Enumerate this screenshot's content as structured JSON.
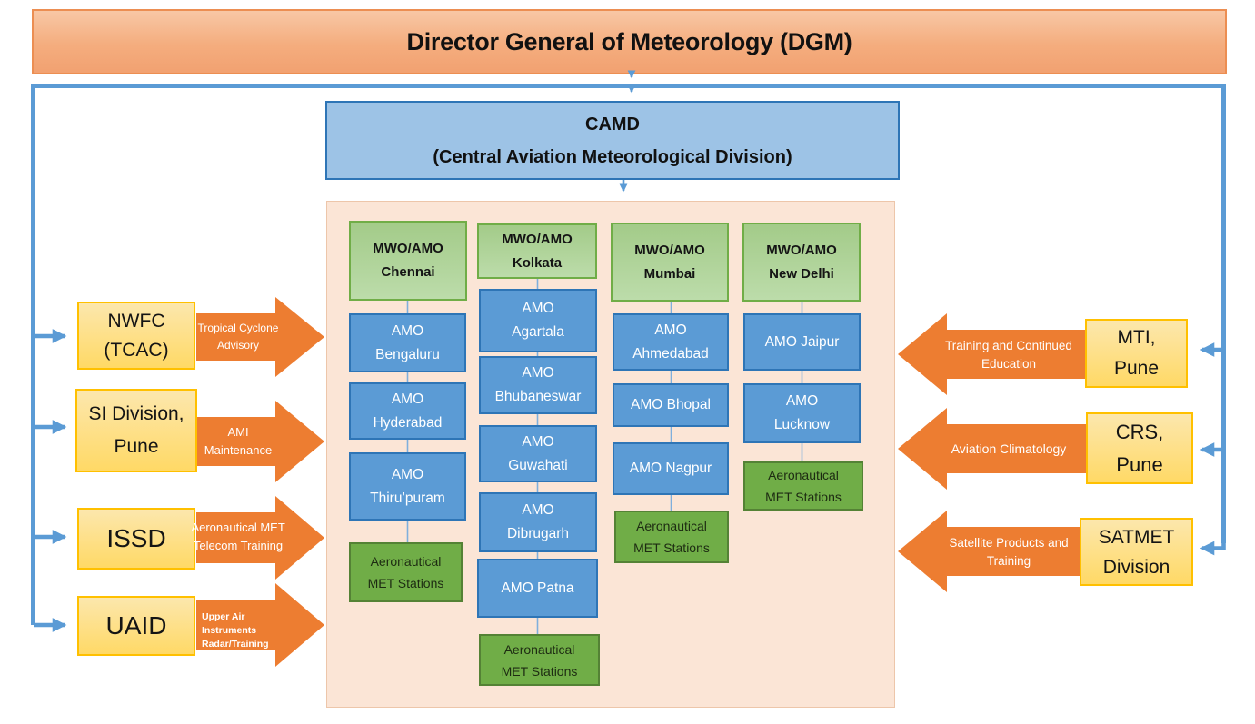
{
  "dgm": {
    "label": "Director General of Meteorology (DGM)"
  },
  "camd": {
    "lines": [
      "CAMD",
      "(Central Aviation Meteorological Division)"
    ]
  },
  "columns": [
    {
      "header": {
        "lines": [
          "MWO/AMO",
          "Chennai"
        ]
      },
      "amos": [
        {
          "lines": [
            "AMO",
            "Bengaluru"
          ]
        },
        {
          "lines": [
            "AMO",
            "Hyderabad"
          ]
        },
        {
          "lines": [
            "AMO",
            "Thiru’puram"
          ]
        }
      ],
      "station": {
        "lines": [
          "Aeronautical",
          "MET Stations"
        ]
      }
    },
    {
      "header": {
        "lines": [
          "MWO/AMO",
          "Kolkata"
        ]
      },
      "amos": [
        {
          "lines": [
            "AMO",
            "Agartala"
          ]
        },
        {
          "lines": [
            "AMO",
            "Bhubaneswar"
          ]
        },
        {
          "lines": [
            "AMO",
            "Guwahati"
          ]
        },
        {
          "lines": [
            "AMO",
            "Dibrugarh"
          ]
        },
        {
          "lines": [
            "AMO Patna"
          ]
        }
      ],
      "station": {
        "lines": [
          "Aeronautical",
          "MET Stations"
        ]
      }
    },
    {
      "header": {
        "lines": [
          "MWO/AMO",
          "Mumbai"
        ]
      },
      "amos": [
        {
          "lines": [
            "AMO",
            "Ahmedabad"
          ]
        },
        {
          "lines": [
            "AMO Bhopal"
          ]
        },
        {
          "lines": [
            "AMO Nagpur"
          ]
        }
      ],
      "station": {
        "lines": [
          "Aeronautical",
          "MET Stations"
        ]
      }
    },
    {
      "header": {
        "lines": [
          "MWO/AMO",
          "New Delhi"
        ]
      },
      "amos": [
        {
          "lines": [
            "AMO Jaipur"
          ]
        },
        {
          "lines": [
            "AMO",
            "Lucknow"
          ]
        }
      ],
      "station": {
        "lines": [
          "Aeronautical",
          "MET Stations"
        ]
      }
    }
  ],
  "left_units": [
    {
      "box": {
        "lines": [
          "NWFC",
          "(TCAC)"
        ]
      },
      "arrow": {
        "lines": [
          "Tropical Cyclone",
          "Advisory"
        ]
      }
    },
    {
      "box": {
        "lines": [
          "SI Division,",
          "Pune"
        ]
      },
      "arrow": {
        "lines": [
          "AMI",
          "Maintenance"
        ]
      }
    },
    {
      "box": {
        "lines": [
          "ISSD"
        ]
      },
      "arrow": {
        "lines": [
          "Aeronautical MET",
          "Telecom Training"
        ]
      }
    },
    {
      "box": {
        "lines": [
          "UAID"
        ]
      },
      "arrow": {
        "lines": [
          "Upper Air Instruments",
          "Radar/Training"
        ]
      }
    }
  ],
  "right_units": [
    {
      "box": {
        "lines": [
          "MTI,",
          "Pune"
        ]
      },
      "arrow": {
        "lines": [
          "Training and Continued",
          "Education"
        ]
      }
    },
    {
      "box": {
        "lines": [
          "CRS,",
          "Pune"
        ]
      },
      "arrow": {
        "lines": [
          "Aviation Climatology"
        ]
      }
    },
    {
      "box": {
        "lines": [
          "SATMET",
          "Division"
        ]
      },
      "arrow": {
        "lines": [
          "Satellite Products and",
          "Training"
        ]
      }
    }
  ],
  "palette": {
    "banner_fill_top": "#F8C7A5",
    "banner_fill_bottom": "#F2A171",
    "banner_border": "#EC8E52",
    "camd_fill": "#9DC3E6",
    "camd_border": "#2E75B6",
    "node_blue": "#5B9BD5",
    "node_blue_border": "#2E75B6",
    "header_green": "#A9D18E",
    "header_green_border": "#70AD47",
    "station_green": "#70AD47",
    "station_green_border": "#548235",
    "side_yellow": "#FFD966",
    "side_yellow_border": "#FFC000",
    "arrow_orange": "#ED7D31",
    "connector_blue": "#5B9BD5",
    "panel_peach": "#FBE5D6"
  }
}
